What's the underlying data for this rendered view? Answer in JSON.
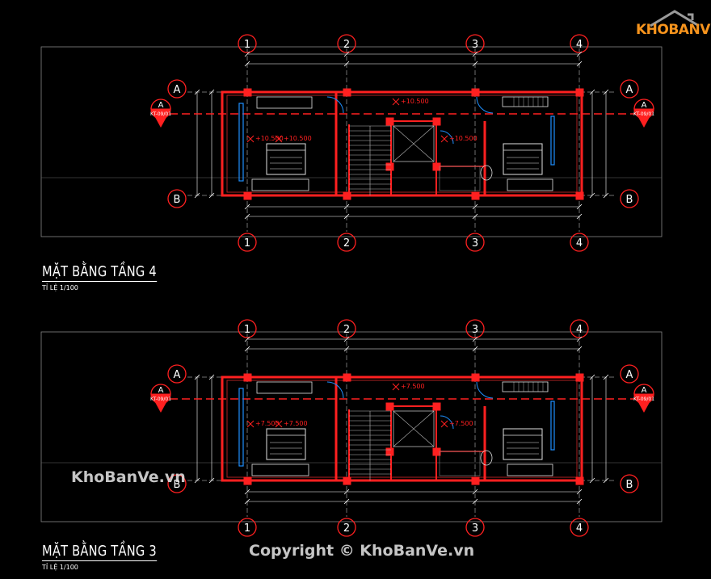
{
  "plans": [
    {
      "id": "floor4",
      "title": "MẶT BẰNG TẦNG 4",
      "scale": "TỈ LỆ 1/100",
      "grid_cols": [
        "1",
        "2",
        "3",
        "4"
      ],
      "grid_rows": [
        "A",
        "B"
      ],
      "section_tag": "A",
      "section_ref": "KT-09/01",
      "level_labels": [
        "+10.500",
        "+10.500",
        "+10.500",
        "+10.500"
      ]
    },
    {
      "id": "floor3",
      "title": "MẶT BẰNG TẦNG 3",
      "scale": "TỈ LỆ 1/100",
      "grid_cols": [
        "1",
        "2",
        "3",
        "4"
      ],
      "grid_rows": [
        "A",
        "B"
      ],
      "section_tag": "A",
      "section_ref": "KT-09/01",
      "level_labels": [
        "+7.500",
        "+7.500",
        "+7.500",
        "+7.500"
      ]
    }
  ],
  "logo": {
    "text": "KHOBANVE"
  },
  "watermarks": {
    "left": "KhoBanVe.vn",
    "bottom": "Copyright © KhoBanVe.vn"
  },
  "colors": {
    "wall": "#ff2020",
    "grid_bubble": "#ff2020",
    "section_line": "#ff2020",
    "dimension": "#ffffff",
    "glass": "#1e90ff",
    "furniture": "#e0e0e0",
    "logo": "#f7941d"
  }
}
